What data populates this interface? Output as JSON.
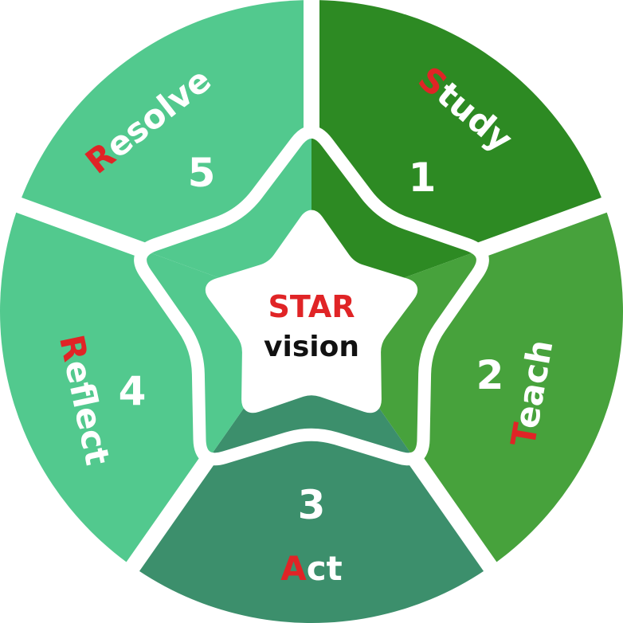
{
  "colors": {
    "accent": "#e02426",
    "text_light": "#ffffff",
    "text_dark": "#111111",
    "background": "#ffffff"
  },
  "center": {
    "title": "STAR",
    "subtitle": "vision"
  },
  "segments": [
    {
      "id": "study",
      "number": "1",
      "first_letter": "S",
      "rest": "tudy",
      "color": "#2d8a23"
    },
    {
      "id": "teach",
      "number": "2",
      "first_letter": "T",
      "rest": "each",
      "color": "#47a23c"
    },
    {
      "id": "act",
      "number": "3",
      "first_letter": "A",
      "rest": "ct",
      "color": "#3c8f6c"
    },
    {
      "id": "reflect",
      "number": "4",
      "first_letter": "R",
      "rest": "eflect",
      "color": "#52c98e"
    },
    {
      "id": "resolve",
      "number": "5",
      "first_letter": "R",
      "rest": "esolve",
      "color": "#52c98e"
    }
  ]
}
